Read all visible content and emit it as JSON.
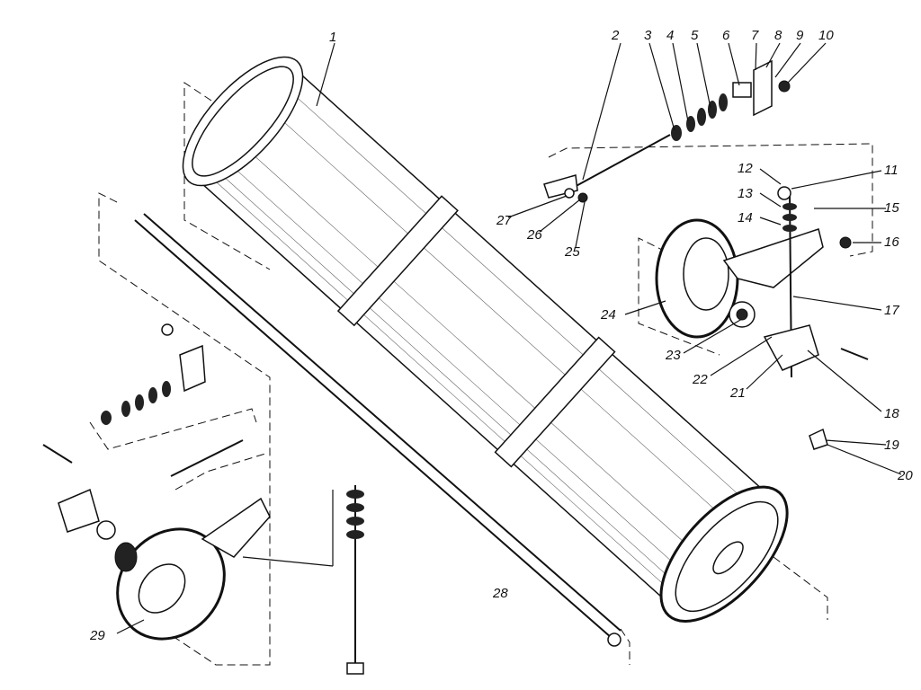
{
  "diagram": {
    "type": "exploded-assembly-drawing",
    "callouts": [
      "1",
      "2",
      "3",
      "4",
      "5",
      "6",
      "7",
      "8",
      "9",
      "10",
      "11",
      "12",
      "13",
      "14",
      "15",
      "16",
      "17",
      "18",
      "19",
      "20",
      "21",
      "22",
      "23",
      "24",
      "25",
      "26",
      "27",
      "28",
      "29"
    ]
  }
}
